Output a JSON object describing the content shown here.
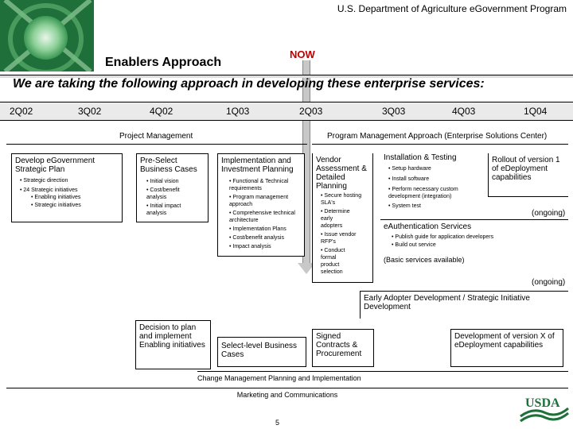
{
  "header": {
    "org_title": "U.S. Department of Agriculture eGovernment Program",
    "section_title": "Enablers Approach",
    "now_label": "NOW",
    "headline": "We are taking the following approach in developing these enterprise services:"
  },
  "quarters": [
    "2Q02",
    "3Q02",
    "4Q02",
    "1Q03",
    "2Q03",
    "3Q03",
    "4Q03",
    "1Q04"
  ],
  "phases": {
    "project_management": "Project Management",
    "program_management": "Program Management Approach (Enterprise Solutions Center)"
  },
  "boxes": {
    "develop": {
      "title": "Develop eGovernment Strategic Plan",
      "items": [
        "• Strategic direction",
        "• 24 Strategic initiatives"
      ],
      "subitems": [
        "• Enabling initiatives",
        "• Strategic initiatives"
      ]
    },
    "preselect": {
      "title": "Pre-Select Business Cases",
      "items": [
        "• Initial vision",
        "• Cost/benefit analysis",
        "• Initial impact analysis"
      ]
    },
    "implementation": {
      "title": "Implementation and Investment Planning",
      "items": [
        "• Functional & Technical requirements",
        "• Program management approach",
        "• Comprehensive technical architecture",
        "• Implementation Plans",
        "• Cost/benefit analysis",
        "• Impact analysis"
      ]
    },
    "vendor": {
      "title": "Vendor Assessment & Detailed Planning",
      "items": [
        "• Secure hosting SLA's",
        "• Determine early adopters",
        "• Issue vendor RFP's",
        "• Conduct formal product selection"
      ]
    },
    "installation": {
      "title": "Installation & Testing",
      "items": [
        "• Setup hardware",
        "• Install software",
        "• Perform necessary custom development (integration)",
        "• System test"
      ]
    },
    "rollout": {
      "title": "Rollout of version 1 of eDeployment capabilities"
    },
    "ongoing1": "(ongoing)",
    "eauth": {
      "title": "eAuthentication Services",
      "items": [
        "• Publish guide for application developers",
        "• Build out service"
      ],
      "note": "(Basic services available)"
    },
    "ongoing2": "(ongoing)",
    "early_adopter": "Early Adopter Development / Strategic Initiative Development",
    "decision": "Decision to plan and implement Enabling initiatives",
    "select_level": "Select-level Business Cases",
    "signed": "Signed Contracts & Procurement",
    "dev_version_x": "Development of version X of eDeployment capabilities",
    "change_mgmt": "Change Management Planning and Implementation",
    "marketing": "Marketing and Communications"
  },
  "footer": {
    "page_number": "5",
    "logo_text": "USDA"
  },
  "colors": {
    "now": "#c00000",
    "logo_green": "#1f6f3a",
    "arrow_gray": "#c8c8c8",
    "quarter_bar": "#eaeaea"
  }
}
